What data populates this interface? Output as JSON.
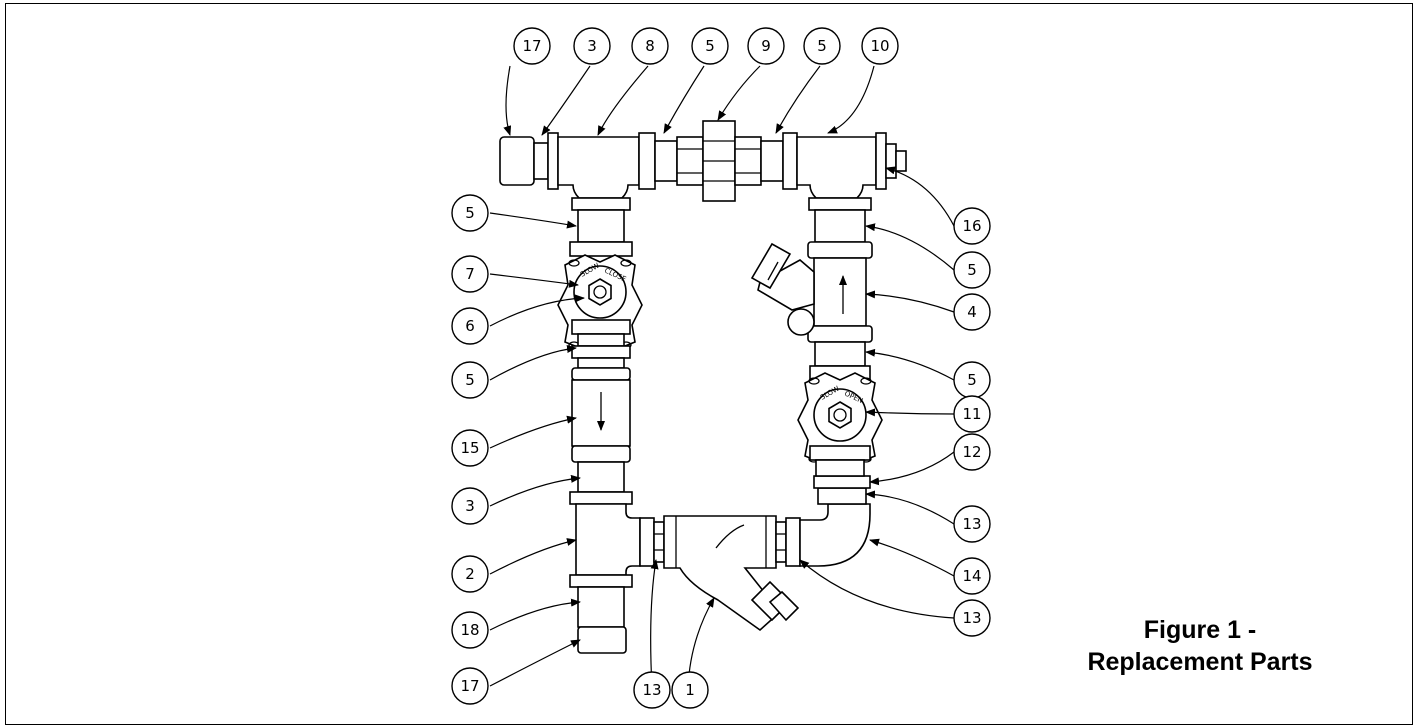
{
  "figure": {
    "caption_line1": "Figure 1 -",
    "caption_line2": "Replacement Parts"
  },
  "valve_labels": {
    "left_valve": [
      "SLOW",
      "CLOSE"
    ],
    "right_valve": [
      "SLOW",
      "OPEN"
    ]
  },
  "callouts": [
    {
      "id": "c1",
      "label": "17"
    },
    {
      "id": "c2",
      "label": "3"
    },
    {
      "id": "c3",
      "label": "8"
    },
    {
      "id": "c4",
      "label": "5"
    },
    {
      "id": "c5",
      "label": "9"
    },
    {
      "id": "c6",
      "label": "5"
    },
    {
      "id": "c7",
      "label": "10"
    },
    {
      "id": "c8",
      "label": "5"
    },
    {
      "id": "c9",
      "label": "7"
    },
    {
      "id": "c10",
      "label": "6"
    },
    {
      "id": "c11",
      "label": "5"
    },
    {
      "id": "c12",
      "label": "15"
    },
    {
      "id": "c13",
      "label": "3"
    },
    {
      "id": "c14",
      "label": "2"
    },
    {
      "id": "c15",
      "label": "18"
    },
    {
      "id": "c16",
      "label": "17"
    },
    {
      "id": "c17",
      "label": "13"
    },
    {
      "id": "c18",
      "label": "1"
    },
    {
      "id": "c19",
      "label": "16"
    },
    {
      "id": "c20",
      "label": "5"
    },
    {
      "id": "c21",
      "label": "4"
    },
    {
      "id": "c22",
      "label": "5"
    },
    {
      "id": "c23",
      "label": "11"
    },
    {
      "id": "c24",
      "label": "12"
    },
    {
      "id": "c25",
      "label": "13"
    },
    {
      "id": "c26",
      "label": "14"
    },
    {
      "id": "c27",
      "label": "13"
    }
  ]
}
